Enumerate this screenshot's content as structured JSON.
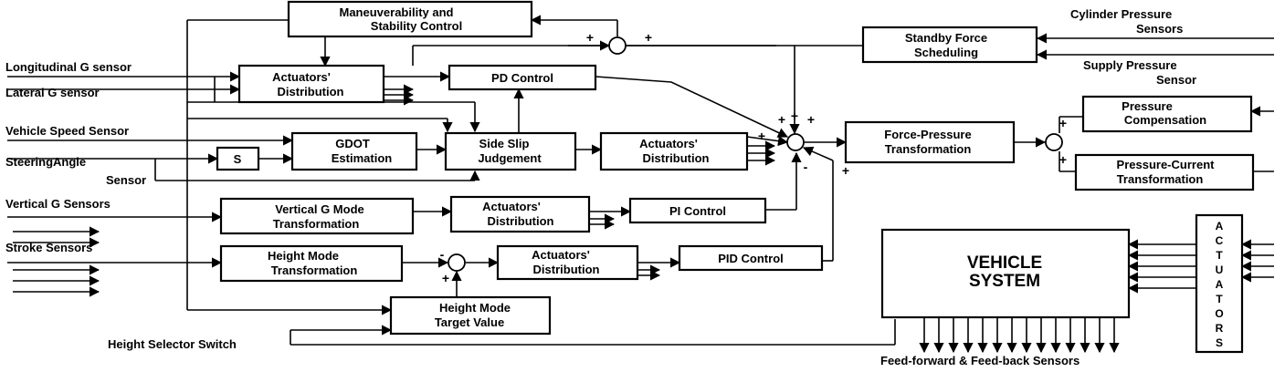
{
  "blocks": {
    "maneuverability": [
      "Maneuverability and",
      "Stability Control"
    ],
    "standby": [
      "Standby Force",
      "Scheduling"
    ],
    "act_dist_1": [
      "Actuators'",
      "Distribution"
    ],
    "pd": "PD Control",
    "s": "S",
    "gdot": [
      "GDOT",
      "Estimation"
    ],
    "side_slip": [
      "Side Slip",
      "Judgement"
    ],
    "act_dist_2": [
      "Actuators'",
      "Distribution"
    ],
    "force_pressure": [
      "Force-Pressure",
      "Transformation"
    ],
    "pressure_comp": [
      "Pressure",
      "Compensation"
    ],
    "pressure_current": [
      "Pressure-Current",
      "Transformation"
    ],
    "vertical_mode": [
      "Vertical G Mode",
      "Transformation"
    ],
    "act_dist_3": [
      "Actuators'",
      "Distribution"
    ],
    "pi": "PI Control",
    "height_mode": [
      "Height Mode",
      "Transformation"
    ],
    "act_dist_4": [
      "Actuators'",
      "Distribution"
    ],
    "pid": "PID Control",
    "height_target": [
      "Height Mode",
      "Target Value"
    ],
    "vehicle": [
      "VEHICLE",
      "SYSTEM"
    ],
    "actuators": "ACTUATORS"
  },
  "inputs": {
    "longitudinal": "Longitudinal G sensor",
    "lateral": "Lateral G sensor",
    "speed": "Vehicle Speed Sensor",
    "steering": [
      "SteeringAngle",
      "Sensor"
    ],
    "vertical": "Vertical G Sensors",
    "stroke": "Stroke Sensors",
    "height_switch": "Height Selector Switch",
    "cylinder": [
      "Cylinder Pressure",
      "Sensors"
    ],
    "supply": [
      "Supply Pressure",
      "Sensor"
    ],
    "feed": "Feed-forward & Feed-back Sensors"
  },
  "signs": {
    "plus": "+",
    "minus": "-"
  }
}
